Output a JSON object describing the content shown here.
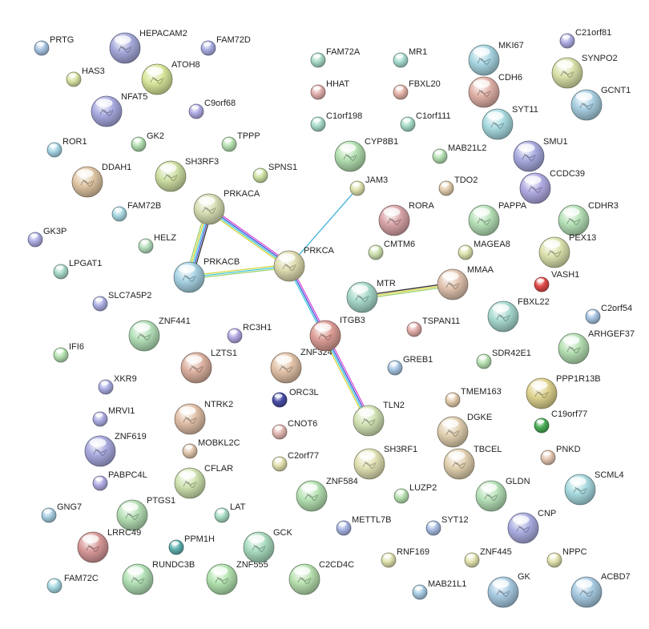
{
  "nodes": [
    {
      "id": "PRTG",
      "label": "PRTG",
      "color": "#a9c6e4"
    },
    {
      "id": "HEPACAM2",
      "label": "HEPACAM2",
      "color": "#a5a9da",
      "big": true
    },
    {
      "id": "FAM72D",
      "label": "FAM72D",
      "color": "#a9aee4"
    },
    {
      "id": "HAS3",
      "label": "HAS3",
      "color": "#dbe3a4"
    },
    {
      "id": "ATOH8",
      "label": "ATOH8",
      "color": "#d7e79b",
      "big": true
    },
    {
      "id": "NFATS",
      "label": "NFAT5",
      "color": "#a9aae0",
      "big": true
    },
    {
      "id": "C9orf68",
      "label": "C9orf68",
      "color": "#b1ade6"
    },
    {
      "id": "ROR1",
      "label": "ROR1",
      "color": "#a8d6e6"
    },
    {
      "id": "GK2",
      "label": "GK2",
      "color": "#b3dfb0"
    },
    {
      "id": "TPPP",
      "label": "TPPP",
      "color": "#b8e3b4"
    },
    {
      "id": "DDAH1",
      "label": "DDAH1",
      "color": "#e0c6a4",
      "big": true
    },
    {
      "id": "SH3RF3",
      "label": "SH3RF3",
      "color": "#cfe0a4",
      "big": true
    },
    {
      "id": "SPNS1",
      "label": "SPNS1",
      "color": "#cfe2a4"
    },
    {
      "id": "FAM72B",
      "label": "FAM72B",
      "color": "#a9d9e4"
    },
    {
      "id": "PRKACA",
      "label": "PRKACA",
      "color": "#d6deb3",
      "big": true
    },
    {
      "id": "GK3P",
      "label": "GK3P",
      "color": "#aeaee5"
    },
    {
      "id": "HELZ",
      "label": "HELZ",
      "color": "#b6e0bf"
    },
    {
      "id": "LPGAT1",
      "label": "LPGAT1",
      "color": "#a9dbc9"
    },
    {
      "id": "PRKACB",
      "label": "PRKACB",
      "color": "#a8d3e4",
      "big": true
    },
    {
      "id": "PRKCA",
      "label": "PRKCA",
      "color": "#dedcb0",
      "big": true
    },
    {
      "id": "SLC7A5P2",
      "label": "SLC7A5P2",
      "color": "#aeb1e4"
    },
    {
      "id": "ZNF441",
      "label": "ZNF441",
      "color": "#b3e0b8",
      "big": true
    },
    {
      "id": "RC3H1",
      "label": "RC3H1",
      "color": "#b6a9e4"
    },
    {
      "id": "IFI6",
      "label": "IFI6",
      "color": "#b7e3b3"
    },
    {
      "id": "LZTS1",
      "label": "LZTS1",
      "color": "#dcb1a0",
      "big": true
    },
    {
      "id": "XKR9",
      "label": "XKR9",
      "color": "#adb0e4"
    },
    {
      "id": "NTRK2",
      "label": "NTRK2",
      "color": "#e1c0a8",
      "big": true
    },
    {
      "id": "MRVI1",
      "label": "MRVI1",
      "color": "#aeaee5"
    },
    {
      "id": "ZNF619",
      "label": "ZNF619",
      "color": "#a9aadf",
      "big": true
    },
    {
      "id": "MOBKL2C",
      "label": "MOBKL2C",
      "color": "#e2c6ad"
    },
    {
      "id": "PABPC4L",
      "label": "PABPC4L",
      "color": "#b3aee6"
    },
    {
      "id": "CFLAR",
      "label": "CFLAR",
      "color": "#cfe3b0",
      "big": true
    },
    {
      "id": "GNG7",
      "label": "GNG7",
      "color": "#a8cfe4"
    },
    {
      "id": "PTGS1",
      "label": "PTGS1",
      "color": "#b5dfb5",
      "big": true
    },
    {
      "id": "LAT",
      "label": "LAT",
      "color": "#a9dfc6"
    },
    {
      "id": "LRRC49",
      "label": "LRRC49",
      "color": "#d99a9a",
      "big": true
    },
    {
      "id": "PPM1H",
      "label": "PPM1H",
      "color": "#5fb3b1"
    },
    {
      "id": "RUNDC3B",
      "label": "RUNDC3B",
      "color": "#b2e1b6",
      "big": true
    },
    {
      "id": "ZNF555",
      "label": "ZNF555",
      "color": "#b3e4b0",
      "big": true
    },
    {
      "id": "GCK",
      "label": "GCK",
      "color": "#a9dcc0",
      "big": true
    },
    {
      "id": "FAM72C",
      "label": "FAM72C",
      "color": "#a8dae4"
    },
    {
      "id": "C2CD4C",
      "label": "C2CD4C",
      "color": "#b8e1b0",
      "big": true
    },
    {
      "id": "ORC3L",
      "label": "ORC3L",
      "color": "#4a4fa8"
    },
    {
      "id": "ZNF324",
      "label": "ZNF324",
      "color": "#e2c2a7",
      "big": true
    },
    {
      "id": "CNOT6",
      "label": "CNOT6",
      "color": "#e4b8b2"
    },
    {
      "id": "C2orf77",
      "label": "C2orf77",
      "color": "#e2e0ae"
    },
    {
      "id": "ZNF584",
      "label": "ZNF584",
      "color": "#b5e2b3",
      "big": true
    },
    {
      "id": "METTL7B",
      "label": "METTL7B",
      "color": "#a8b4e4"
    },
    {
      "id": "FAM72A",
      "label": "FAM72A",
      "color": "#a9dcc8"
    },
    {
      "id": "MR1",
      "label": "MR1",
      "color": "#a9dfd3"
    },
    {
      "id": "HHAT",
      "label": "HHAT",
      "color": "#e4b1ae"
    },
    {
      "id": "FBXL20",
      "label": "FBXL20",
      "color": "#e5b4a9"
    },
    {
      "id": "C1orf198",
      "label": "C1orf198",
      "color": "#a8dcc9"
    },
    {
      "id": "C1orf111",
      "label": "C1orf111",
      "color": "#a8dec7"
    },
    {
      "id": "CYP8B1",
      "label": "CYP8B1",
      "color": "#b3dfb0",
      "big": true
    },
    {
      "id": "MAB21L2",
      "label": "MAB21L2",
      "color": "#b6e1b4"
    },
    {
      "id": "JAM3",
      "label": "JAM3",
      "color": "#dfe3ae"
    },
    {
      "id": "TDO2",
      "label": "TDO2",
      "color": "#e4ccad"
    },
    {
      "id": "RORA",
      "label": "RORA",
      "color": "#d9a5a9",
      "big": true
    },
    {
      "id": "CMTM6",
      "label": "CMTM6",
      "color": "#cfe3b0"
    },
    {
      "id": "MTR",
      "label": "MTR",
      "color": "#a8d9cb",
      "big": true
    },
    {
      "id": "ITGB3",
      "label": "ITGB3",
      "color": "#dd9e96",
      "big": true
    },
    {
      "id": "TSPAN11",
      "label": "TSPAN11",
      "color": "#e4aeab"
    },
    {
      "id": "GREB1",
      "label": "GREB1",
      "color": "#a8c7e4"
    },
    {
      "id": "TLN2",
      "label": "TLN2",
      "color": "#d3e3b5",
      "big": true
    },
    {
      "id": "SH3RF1",
      "label": "SH3RF1",
      "color": "#e2e2b5",
      "big": true
    },
    {
      "id": "LUZP2",
      "label": "LUZP2",
      "color": "#b7e2b3"
    },
    {
      "id": "SYT12",
      "label": "SYT12",
      "color": "#a8bde4"
    },
    {
      "id": "RNF169",
      "label": "RNF169",
      "color": "#e0e3ae"
    },
    {
      "id": "MAB21L1",
      "label": "MAB21L1",
      "color": "#a8cde4"
    },
    {
      "id": "MKI67",
      "label": "MKI67",
      "color": "#a8d6e2",
      "big": true
    },
    {
      "id": "C21orf81",
      "label": "C21orf81",
      "color": "#aeaee5"
    },
    {
      "id": "CDH6",
      "label": "CDH6",
      "color": "#e1b2a7",
      "big": true
    },
    {
      "id": "SYNPO2",
      "label": "SYNPO2",
      "color": "#d9e0a8",
      "big": true
    },
    {
      "id": "GCNT1",
      "label": "GCNT1",
      "color": "#a8cfe1",
      "big": true
    },
    {
      "id": "SYT11",
      "label": "SYT11",
      "color": "#a8dbe0",
      "big": true
    },
    {
      "id": "SMU1",
      "label": "SMU1",
      "color": "#a8abdf",
      "big": true
    },
    {
      "id": "CCDC39",
      "label": "CCDC39",
      "color": "#b0abe2",
      "big": true
    },
    {
      "id": "PAPPA",
      "label": "PAPPA",
      "color": "#b6e1b7",
      "big": true
    },
    {
      "id": "CDHR3",
      "label": "CDHR3",
      "color": "#b6e1b7",
      "big": true
    },
    {
      "id": "PEX13",
      "label": "PEX13",
      "color": "#dde2ae",
      "big": true
    },
    {
      "id": "MAGEA8",
      "label": "MAGEA8",
      "color": "#dfe3ae"
    },
    {
      "id": "MMAA",
      "label": "MMAA",
      "color": "#e0c3ae",
      "big": true
    },
    {
      "id": "VASH1",
      "label": "VASH1",
      "color": "#e24b4b"
    },
    {
      "id": "FBXL22",
      "label": "FBXL22",
      "color": "#a8dad0",
      "big": true
    },
    {
      "id": "C2orf54",
      "label": "C2orf54",
      "color": "#a8c4e4"
    },
    {
      "id": "ARHGEF37",
      "label": "ARHGEF37",
      "color": "#b6e0b4",
      "big": true
    },
    {
      "id": "SDR42E1",
      "label": "SDR42E1",
      "color": "#b8e3b4"
    },
    {
      "id": "TMEM163",
      "label": "TMEM163",
      "color": "#e4cdae"
    },
    {
      "id": "PPP1R13B",
      "label": "PPP1R13B",
      "color": "#dfd38f",
      "big": true
    },
    {
      "id": "DGKE",
      "label": "DGKE",
      "color": "#e1d0b0",
      "big": true
    },
    {
      "id": "C19orf77",
      "label": "C19orf77",
      "color": "#4aae56"
    },
    {
      "id": "TBCEL",
      "label": "TBCEL",
      "color": "#e2d1b0",
      "big": true
    },
    {
      "id": "PNKD",
      "label": "PNKD",
      "color": "#e5c8b2"
    },
    {
      "id": "GLDN",
      "label": "GLDN",
      "color": "#b6e1b7",
      "big": true
    },
    {
      "id": "SCML4",
      "label": "SCML4",
      "color": "#a8dbe0",
      "big": true
    },
    {
      "id": "CNP",
      "label": "CNP",
      "color": "#abaee2",
      "big": true
    },
    {
      "id": "ZNF445",
      "label": "ZNF445",
      "color": "#e1e3ae"
    },
    {
      "id": "NPPC",
      "label": "NPPC",
      "color": "#e3e3ae"
    },
    {
      "id": "GK",
      "label": "GK",
      "color": "#a8cbe2",
      "big": true
    },
    {
      "id": "ACBD7",
      "label": "ACBD7",
      "color": "#a8cbe2",
      "big": true
    }
  ],
  "edges": [
    {
      "a": "PRKACA",
      "b": "PRKACB",
      "colors": [
        "#2a2a2a",
        "#3b4fd8",
        "#3cc8d8",
        "#d8d43c",
        "#9ad070"
      ]
    },
    {
      "a": "PRKACA",
      "b": "PRKCA",
      "colors": [
        "#d84bd8",
        "#3b4fd8",
        "#3cc8d8",
        "#d8d43c"
      ]
    },
    {
      "a": "PRKACB",
      "b": "PRKCA",
      "colors": [
        "#d8d43c",
        "#3cc8d8",
        "#9ad070"
      ]
    },
    {
      "a": "PRKCA",
      "b": "ITGB3",
      "colors": [
        "#d84bd8",
        "#3b4fd8",
        "#3cc8d8"
      ]
    },
    {
      "a": "PRKCA",
      "b": "JAM3",
      "colors": [
        "#3cb0d8"
      ]
    },
    {
      "a": "ITGB3",
      "b": "TLN2",
      "colors": [
        "#d84bd8",
        "#3b4fd8",
        "#3cc8d8",
        "#d8d43c"
      ]
    },
    {
      "a": "MTR",
      "b": "MMAA",
      "colors": [
        "#2a2a2a",
        "#d8d43c",
        "#9ad070"
      ]
    }
  ]
}
